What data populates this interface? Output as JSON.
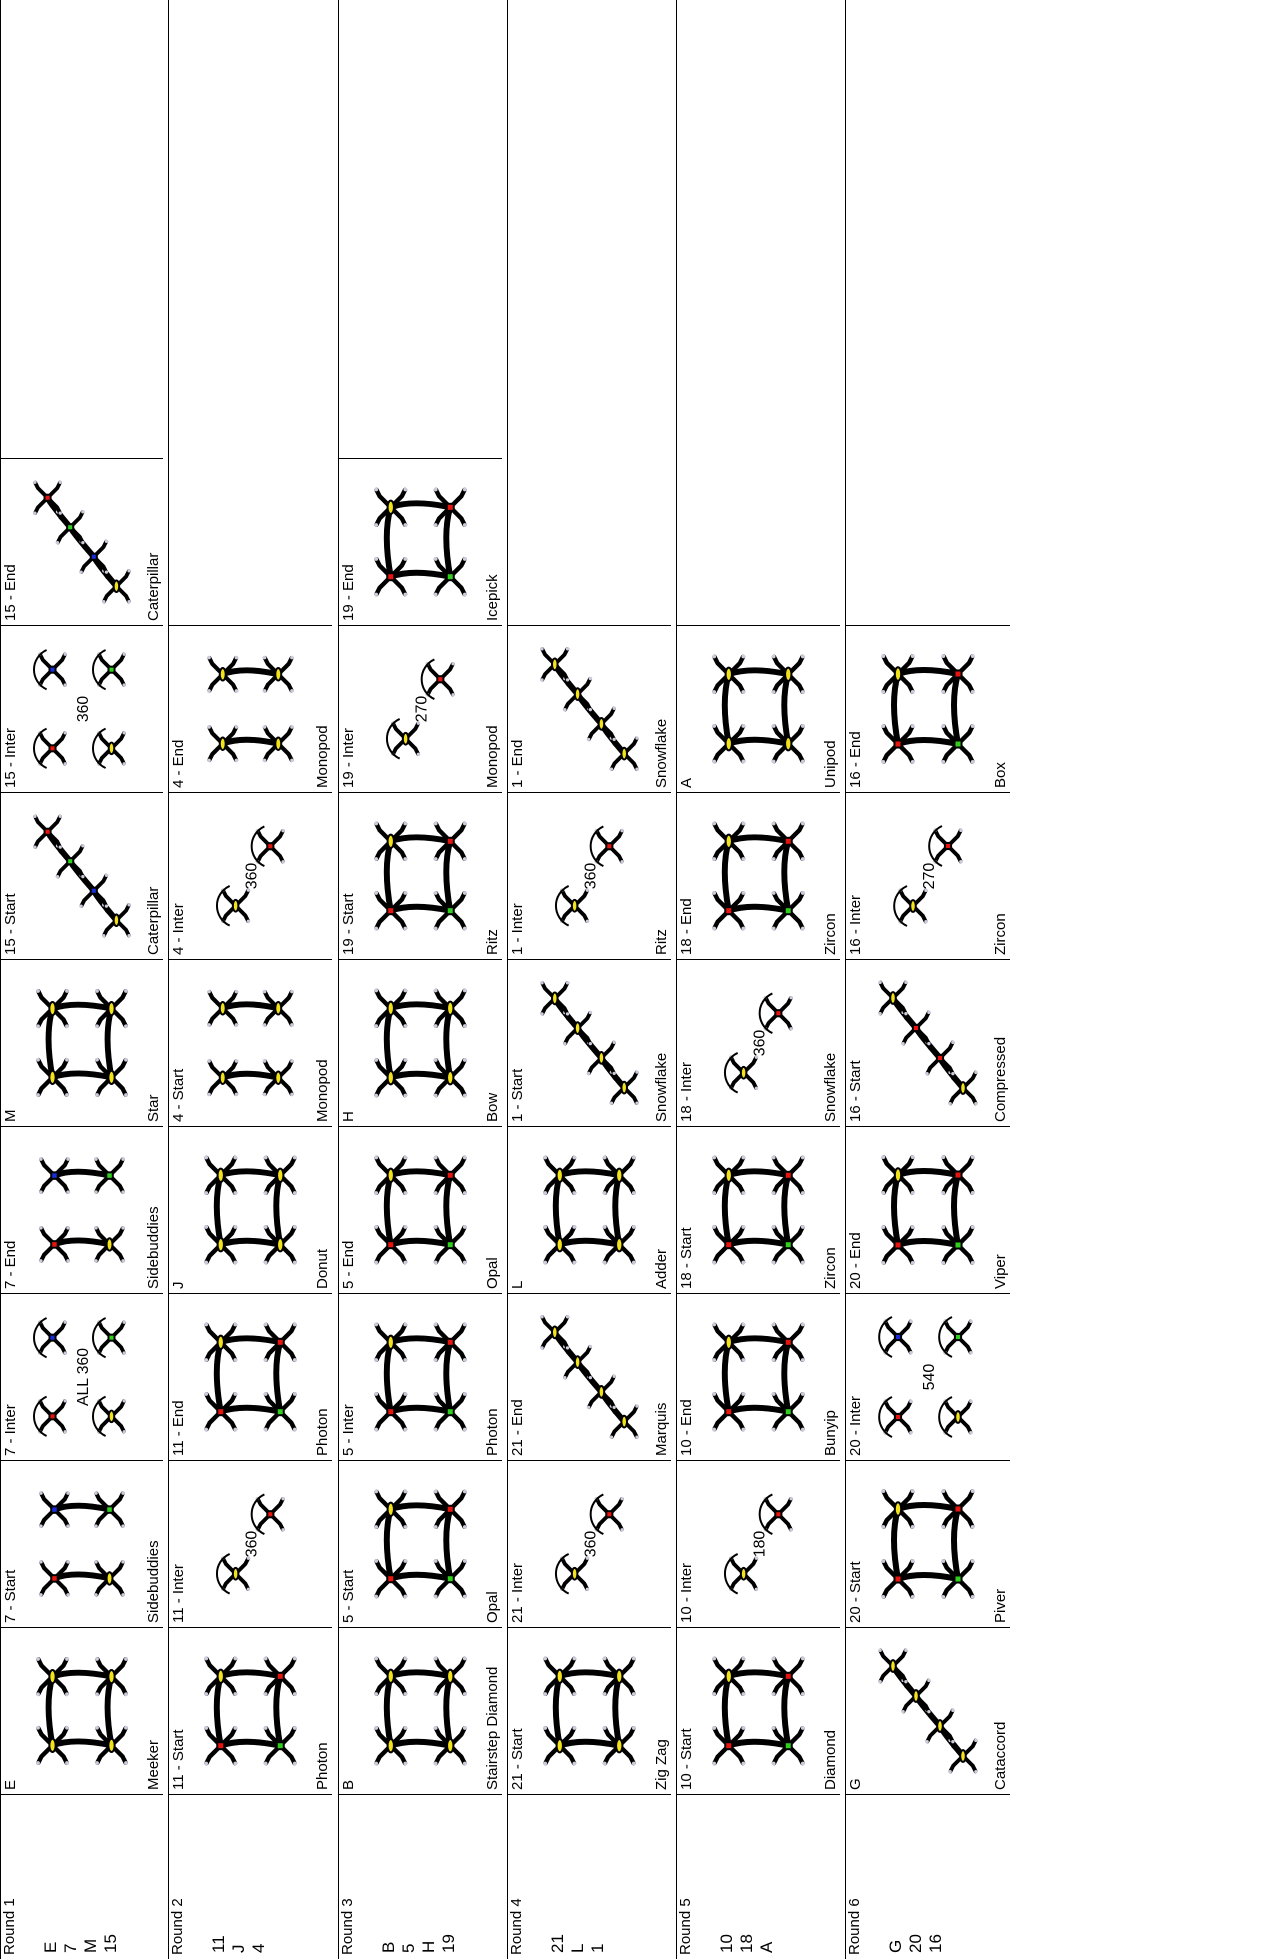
{
  "rounds": [
    {
      "round_label": "Round 1",
      "keys": [
        "E",
        "7",
        "M",
        "15"
      ],
      "cells": [
        {
          "top": "E",
          "bottom": "Meeker",
          "fig": "ring-yellow"
        },
        {
          "top": "7 - Start",
          "bottom": "Sidebuddies",
          "fig": "pair-colored"
        },
        {
          "top": "7 - Inter",
          "bottom": "",
          "fig": "inter4",
          "annot": "ALL 360"
        },
        {
          "top": "7 - End",
          "bottom": "Sidebuddies",
          "fig": "pair-colored"
        },
        {
          "top": "M",
          "bottom": "Star",
          "fig": "ring-yellow"
        },
        {
          "top": "15 - Start",
          "bottom": "Caterpillar",
          "fig": "chain-colored"
        },
        {
          "top": "15 - Inter",
          "bottom": "",
          "fig": "inter4",
          "annot": "360"
        },
        {
          "top": "15 - End",
          "bottom": "Caterpillar",
          "fig": "chain-colored"
        }
      ]
    },
    {
      "round_label": "Round 2",
      "keys": [
        "11",
        "J",
        "4"
      ],
      "cells": [
        {
          "top": "11 - Start",
          "bottom": "Photon",
          "fig": "ring-mixed"
        },
        {
          "top": "11 - Inter",
          "bottom": "",
          "fig": "inter2",
          "annot": "360"
        },
        {
          "top": "11 - End",
          "bottom": "Photon",
          "fig": "ring-mixed"
        },
        {
          "top": "J",
          "bottom": "Donut",
          "fig": "ring-yellow"
        },
        {
          "top": "4 - Start",
          "bottom": "Monopod",
          "fig": "pair-yellow"
        },
        {
          "top": "4 - Inter",
          "bottom": "",
          "fig": "inter2",
          "annot": "360"
        },
        {
          "top": "4 - End",
          "bottom": "Monopod",
          "fig": "pair-yellow"
        }
      ]
    },
    {
      "round_label": "Round 3",
      "keys": [
        "B",
        "5",
        "H",
        "19"
      ],
      "cells": [
        {
          "top": "B",
          "bottom": "Stairstep Diamond",
          "fig": "ring-yellow"
        },
        {
          "top": "5 - Start",
          "bottom": "Opal",
          "fig": "ring-mixed"
        },
        {
          "top": "5 - Inter",
          "bottom": "Photon",
          "fig": "ring-mixed"
        },
        {
          "top": "5 - End",
          "bottom": "Opal",
          "fig": "ring-mixed"
        },
        {
          "top": "H",
          "bottom": "Bow",
          "fig": "ring-yellow"
        },
        {
          "top": "19 - Start",
          "bottom": "Ritz",
          "fig": "ring-mixed"
        },
        {
          "top": "19 - Inter",
          "bottom": "Monopod",
          "fig": "inter2",
          "annot": "270"
        },
        {
          "top": "19 - End",
          "bottom": "Icepick",
          "fig": "ring-mixed"
        }
      ]
    },
    {
      "round_label": "Round 4",
      "keys": [
        "21",
        "L",
        "1"
      ],
      "cells": [
        {
          "top": "21 - Start",
          "bottom": "Zig Zag",
          "fig": "ring-yellow"
        },
        {
          "top": "21 - Inter",
          "bottom": "",
          "fig": "inter2",
          "annot": "360"
        },
        {
          "top": "21 - End",
          "bottom": "Marquis",
          "fig": "chain-yellow"
        },
        {
          "top": "L",
          "bottom": "Adder",
          "fig": "ring-yellow"
        },
        {
          "top": "1 - Start",
          "bottom": "Snowflake",
          "fig": "chain-yellow"
        },
        {
          "top": "1 - Inter",
          "bottom": "Ritz",
          "fig": "inter2",
          "annot": "360"
        },
        {
          "top": "1 - End",
          "bottom": "Snowflake",
          "fig": "chain-yellow"
        }
      ]
    },
    {
      "round_label": "Round 5",
      "keys": [
        "10",
        "18",
        "A"
      ],
      "cells": [
        {
          "top": "10 - Start",
          "bottom": "Diamond",
          "fig": "ring-mixed"
        },
        {
          "top": "10 - Inter",
          "bottom": "",
          "fig": "inter2",
          "annot": "180"
        },
        {
          "top": "10 - End",
          "bottom": "Bunyip",
          "fig": "ring-mixed"
        },
        {
          "top": "18 - Start",
          "bottom": "Zircon",
          "fig": "ring-mixed"
        },
        {
          "top": "18 - Inter",
          "bottom": "Snowflake",
          "fig": "inter2",
          "annot": "360"
        },
        {
          "top": "18 - End",
          "bottom": "Zircon",
          "fig": "ring-mixed"
        },
        {
          "top": "A",
          "bottom": "Unipod",
          "fig": "ring-yellow"
        }
      ]
    },
    {
      "round_label": "Round 6",
      "keys": [
        "G",
        "20",
        "16"
      ],
      "cells": [
        {
          "top": "G",
          "bottom": "Cataccord",
          "fig": "chain-yellow"
        },
        {
          "top": "20 - Start",
          "bottom": "Piver",
          "fig": "ring-mixed"
        },
        {
          "top": "20 - Inter",
          "bottom": "",
          "fig": "inter4",
          "annot": "540"
        },
        {
          "top": "20 - End",
          "bottom": "Viper",
          "fig": "ring-mixed"
        },
        {
          "top": "16 - Start",
          "bottom": "Compressed",
          "fig": "chain-mixed"
        },
        {
          "top": "16 - Inter",
          "bottom": "Zircon",
          "fig": "inter2",
          "annot": "270"
        },
        {
          "top": "16 - End",
          "bottom": "Box",
          "fig": "ring-mixed"
        }
      ]
    }
  ]
}
